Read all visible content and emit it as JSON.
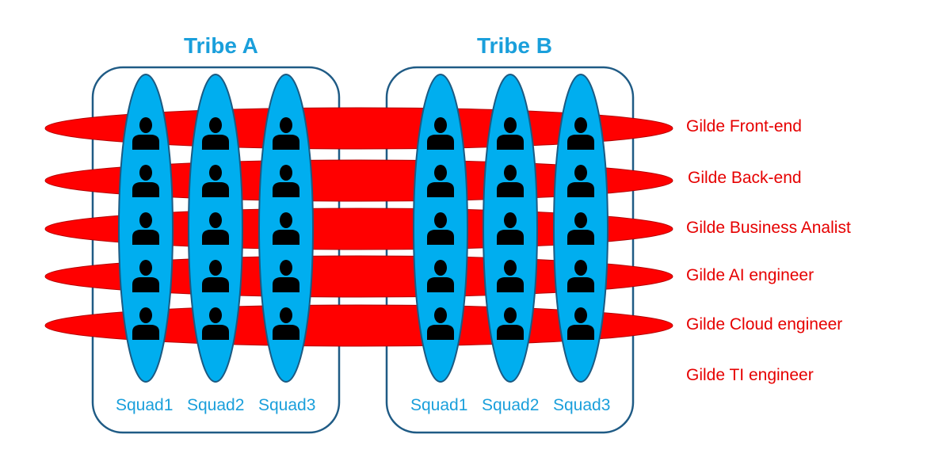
{
  "tribes": [
    {
      "title": "Tribe A",
      "squads": [
        "Squad1",
        "Squad2",
        "Squad3"
      ]
    },
    {
      "title": "Tribe B",
      "squads": [
        "Squad1",
        "Squad2",
        "Squad3"
      ]
    }
  ],
  "guilds": [
    "Gilde Front-end",
    "Gilde Back-end",
    "Gilde Business Analist",
    "Gilde AI engineer",
    "Gilde Cloud engineer",
    "Gilde TI engineer"
  ],
  "members_per_squad": 5,
  "colors": {
    "guild_fill": "#ff0000",
    "guild_stroke": "#b30000",
    "squad_fill": "#00aeef",
    "squad_stroke": "#1c5a82",
    "tribe_stroke": "#1f5b85",
    "tribe_title": "#1a9fdb",
    "guild_label": "#e60000",
    "person": "#000000"
  },
  "icons": {
    "person": "person-icon"
  }
}
